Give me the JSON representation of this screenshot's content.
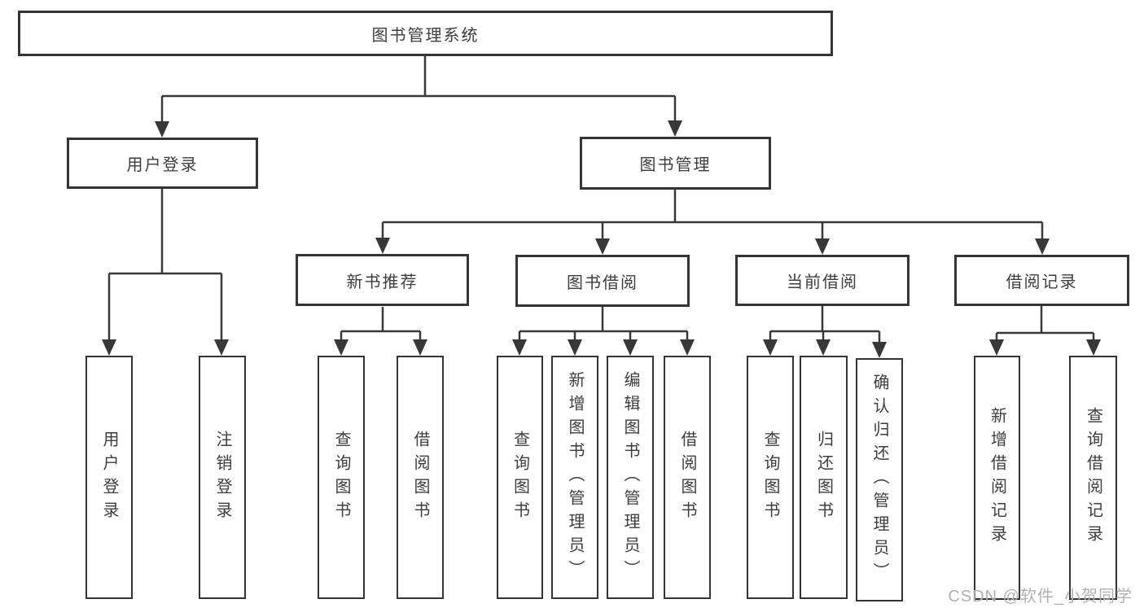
{
  "tree": {
    "label": "图书管理系统",
    "children": [
      {
        "label": "用户登录",
        "children": [
          {
            "label": "用户登录"
          },
          {
            "label": "注销登录"
          }
        ]
      },
      {
        "label": "图书管理",
        "children": [
          {
            "label": "新书推荐",
            "children": [
              {
                "label": "查询图书"
              },
              {
                "label": "借阅图书"
              }
            ]
          },
          {
            "label": "图书借阅",
            "children": [
              {
                "label": "查询图书"
              },
              {
                "label": "新增图书（管理员）"
              },
              {
                "label": "编辑图书（管理员）"
              },
              {
                "label": "借阅图书"
              }
            ]
          },
          {
            "label": "当前借阅",
            "children": [
              {
                "label": "查询图书"
              },
              {
                "label": "归还图书"
              },
              {
                "label": "确认归还（管理员）"
              }
            ]
          },
          {
            "label": "借阅记录",
            "children": [
              {
                "label": "新增借阅记录"
              },
              {
                "label": "查询借阅记录"
              }
            ]
          }
        ]
      }
    ]
  },
  "watermark": "CSDN @软件_小贺同学",
  "colors": {
    "line": "#383838",
    "box_border": "#353535",
    "box_fill": "#ffffff",
    "text": "#3d3d3d",
    "watermark": "#b0b0b0",
    "background": "#ffffff"
  }
}
